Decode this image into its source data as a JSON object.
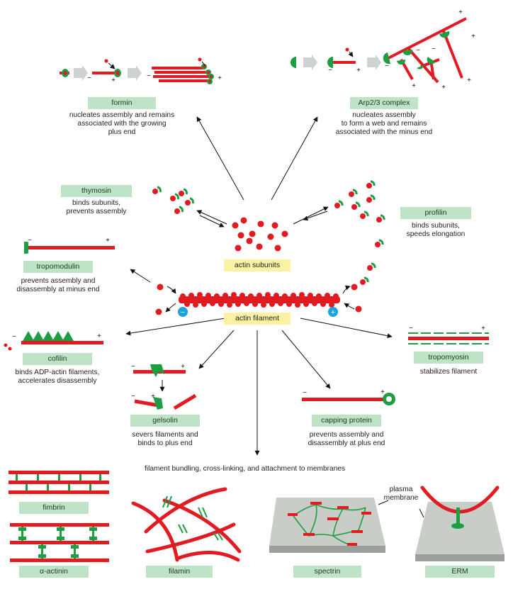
{
  "labels": {
    "formin": "formin",
    "arp23": "Arp2/3 complex",
    "thymosin": "thymosin",
    "profilin": "profilin",
    "actin_subunits": "actin subunits",
    "actin_filament": "actin filament",
    "tropomodulin": "tropomodulin",
    "cofilin": "cofilin",
    "tropomyosin": "tropomyosin",
    "gelsolin": "gelsolin",
    "capping_protein": "capping protein",
    "fimbrin": "fimbrin",
    "alpha_actinin": "α-actinin",
    "filamin": "filamin",
    "spectrin": "spectrin",
    "erm": "ERM"
  },
  "descriptions": {
    "formin": [
      "nucleates assembly and remains",
      "associated with the growing",
      "plus end"
    ],
    "arp23": [
      "nucleates assembly",
      "to form a web and remains",
      "associated with the minus end"
    ],
    "thymosin": [
      "binds subunits,",
      "prevents assembly"
    ],
    "profilin": [
      "binds subunits,",
      "speeds elongation"
    ],
    "tropomodulin": [
      "prevents assembly and",
      "disassembly at minus end"
    ],
    "cofilin": [
      "binds ADP-actin filaments,",
      "accelerates disassembly"
    ],
    "tropomyosin": [
      "stabilizes filament"
    ],
    "gelsolin": [
      "severs filaments and",
      "binds to plus end"
    ],
    "capping_protein": [
      "prevents assembly and",
      "disassembly at plus end"
    ]
  },
  "notes": {
    "bundling": "filament bundling, cross-linking, and attachment to membranes",
    "plasma_membrane": [
      "plasma",
      "membrane"
    ]
  },
  "symbols": {
    "plus": "+",
    "minus": "−"
  },
  "colors": {
    "actin": "#e11b22",
    "protein_green": "#1e9e43",
    "label_green": "#bfe3c6",
    "label_yellow": "#fbf3a3",
    "charge_blue": "#1aa3dc",
    "membrane_gray": "#c8cdc8"
  }
}
